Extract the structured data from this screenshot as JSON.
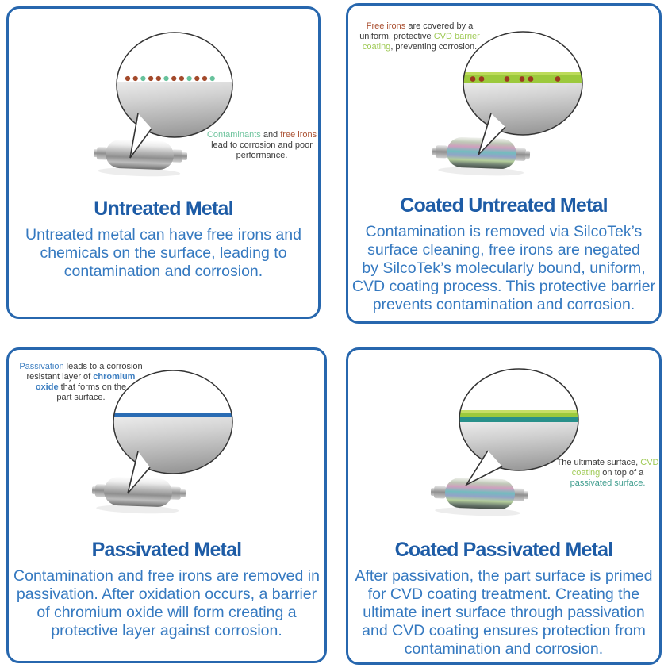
{
  "theme": {
    "panel_border": "#2767ae",
    "title_color": "#1e5ca6",
    "body_color": "#3579c0",
    "caption_color": "#3a3a3a",
    "kw_mint": "#6fc49e",
    "kw_red": "#ab5233",
    "kw_lime": "#9fca55",
    "kw_blue": "#3e7fc1",
    "kw_teal": "#3f9d8e",
    "layer_lime": "#9cc93c",
    "layer_teal": "#28908a",
    "layer_blue": "#2a6cb4",
    "dot_red": "#a34a2b",
    "dot_green": "#67c29c",
    "dot_dark_red": "#9c3a20"
  },
  "panels": [
    {
      "title": "Untreated Metal",
      "description": "Untreated metal can have free irons and\nchemicals on the surface, leading to\ncontamination and corrosion.",
      "caption": [
        {
          "text": "Contaminants"
        },
        {
          "text": " and "
        },
        {
          "text": "free irons"
        },
        {
          "text": "\nlead to corrosion and poor\nperformance."
        }
      ],
      "surface_dot_pattern": [
        "red",
        "red",
        "green",
        "red",
        "red",
        "green",
        "red",
        "red",
        "green",
        "red",
        "red",
        "green"
      ]
    },
    {
      "title": "Coated Untreated Metal",
      "description": "Contamination is removed via SilcoTek’s\nsurface cleaning, free irons are negated\nby SilcoTek’s molecularly bound, uniform,\nCVD coating process. This protective barrier\nprevents contamination and corrosion.",
      "caption": [
        {
          "text": "Free irons"
        },
        {
          "text": " are covered by a\nuniform, protective "
        },
        {
          "text": "CVD barrier\ncoating"
        },
        {
          "text": ", preventing corrosion."
        }
      ],
      "surface_dot_pattern": [
        "dark_red",
        "dark_red",
        "dark_red",
        "dark_red",
        "dark_red",
        "dark_red"
      ]
    },
    {
      "title": "Passivated Metal",
      "description": "Contamination and free irons are removed in\npassivation. After oxidation occurs, a barrier\nof chromium oxide will form creating a\nprotective layer against corrosion.",
      "caption": [
        {
          "text": "Passivation"
        },
        {
          "text": " leads to a corrosion\nresistant layer of "
        },
        {
          "text": "chromium\noxide"
        },
        {
          "text": " that forms on the\npart surface."
        }
      ]
    },
    {
      "title": "Coated Passivated Metal",
      "description": "After passivation, the part surface is primed\nfor CVD coating treatment. Creating the\nultimate inert surface through passivation\nand CVD coating ensures protection from\ncontamination and corrosion.",
      "caption": [
        {
          "text": "The ultimate surface, "
        },
        {
          "text": "CVD\ncoating"
        },
        {
          "text": " on top of a\n"
        },
        {
          "text": "passivated surface."
        }
      ]
    }
  ]
}
